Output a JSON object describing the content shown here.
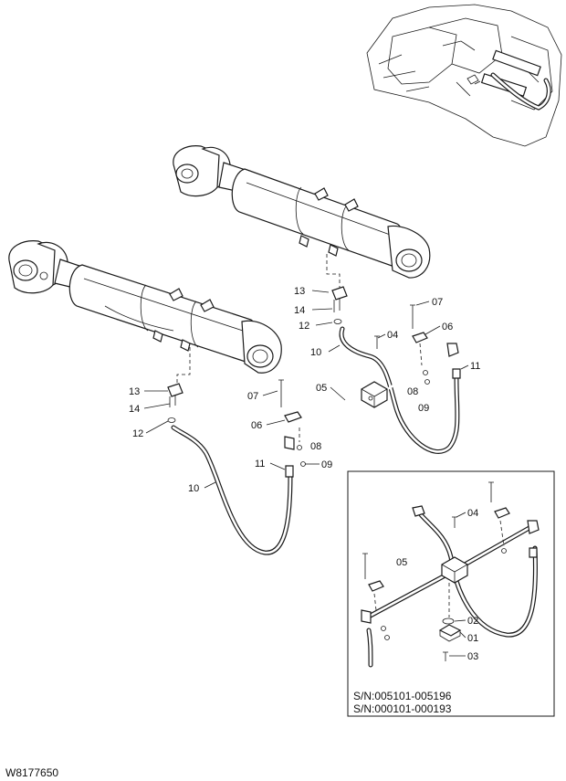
{
  "drawing_id": "W8177650",
  "callouts": {
    "c13a": "13",
    "c14a": "14",
    "c12a": "12",
    "c10a": "10",
    "c04a": "04",
    "c07a": "07",
    "c06a": "06",
    "c11a": "11",
    "c05a": "05",
    "c08a": "08",
    "c09a": "09",
    "c13b": "13",
    "c14b": "14",
    "c12b": "12",
    "c07b": "07",
    "c06b": "06",
    "c08b": "08",
    "c11b": "11",
    "c09b": "09",
    "c10b": "10",
    "d04": "04",
    "d05": "05",
    "d02": "02",
    "d01": "01",
    "d03": "03"
  },
  "inset": {
    "serial_1": "S/N:005101-005196",
    "serial_2": "S/N:000101-000193"
  }
}
